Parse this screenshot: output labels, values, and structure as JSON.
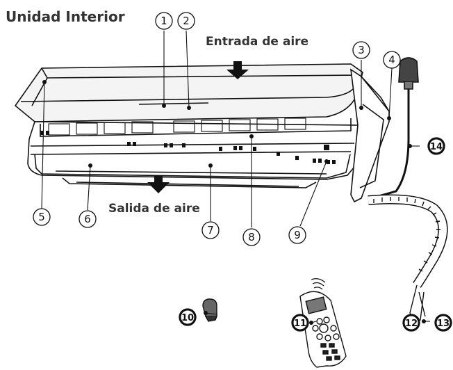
{
  "title": "Unidad Interior",
  "labels": {
    "air_in": "Entrada de aire",
    "air_out": "Salida de aire"
  },
  "callouts": {
    "c1": "1",
    "c2": "2",
    "c3": "3",
    "c4": "4",
    "c5": "5",
    "c6": "6",
    "c7": "7",
    "c8": "8",
    "c9": "9",
    "c10": "10",
    "c11": "11",
    "c12": "12",
    "c13": "13",
    "c14": "14"
  }
}
